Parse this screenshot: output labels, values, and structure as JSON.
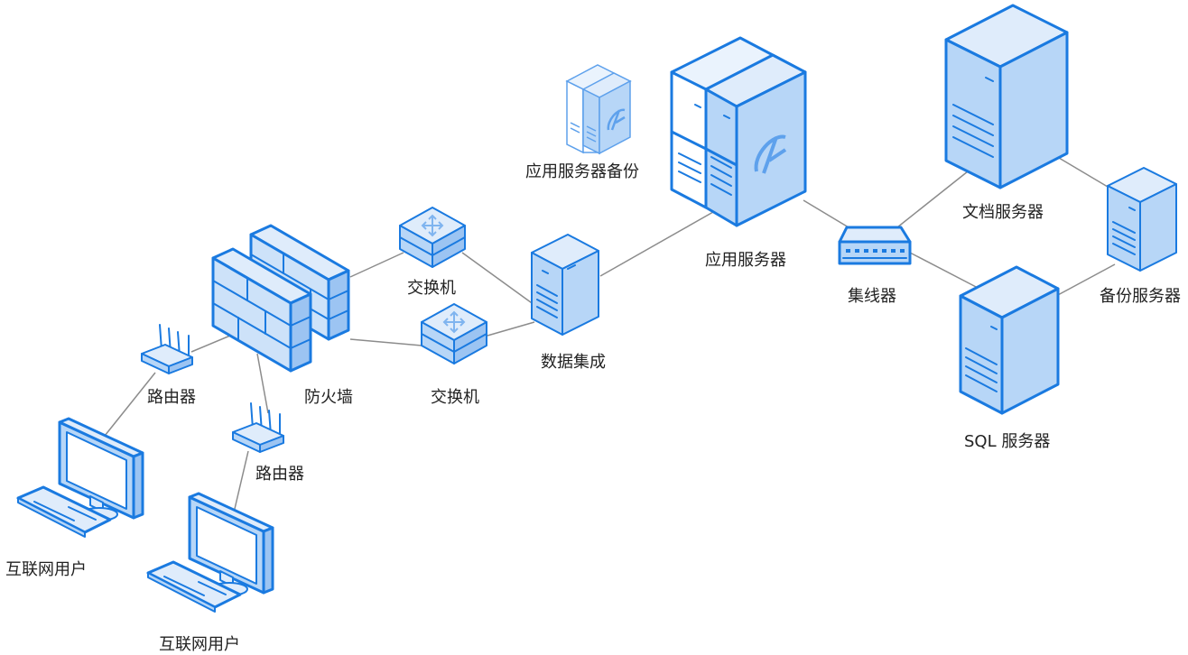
{
  "diagram": {
    "nodes": {
      "internet_user_1": "互联网用户",
      "internet_user_2": "互联网用户",
      "router_1": "路由器",
      "router_2": "路由器",
      "firewall": "防火墙",
      "switch_1": "交换机",
      "switch_2": "交换机",
      "data_integration": "数据集成",
      "app_server_backup": "应用服务器备份",
      "app_server": "应用服务器",
      "hub": "集线器",
      "doc_server": "文档服务器",
      "sql_server": "SQL 服务器",
      "backup_server": "备份服务器"
    },
    "colors": {
      "stroke": "#1a7ae0",
      "fill_light": "#dfecfb",
      "fill_mid": "#b7d6f7",
      "fill_dark": "#9cc4f2",
      "link": "#8c8c8c",
      "text": "#222222"
    },
    "edges": [
      [
        "internet_user_1",
        "router_1"
      ],
      [
        "router_1",
        "firewall"
      ],
      [
        "internet_user_2",
        "router_2"
      ],
      [
        "router_2",
        "firewall"
      ],
      [
        "firewall",
        "switch_1"
      ],
      [
        "firewall",
        "switch_2"
      ],
      [
        "switch_1",
        "data_integration"
      ],
      [
        "switch_2",
        "data_integration"
      ],
      [
        "data_integration",
        "app_server"
      ],
      [
        "app_server",
        "hub"
      ],
      [
        "hub",
        "doc_server"
      ],
      [
        "hub",
        "sql_server"
      ],
      [
        "doc_server",
        "backup_server"
      ],
      [
        "sql_server",
        "backup_server"
      ]
    ]
  }
}
